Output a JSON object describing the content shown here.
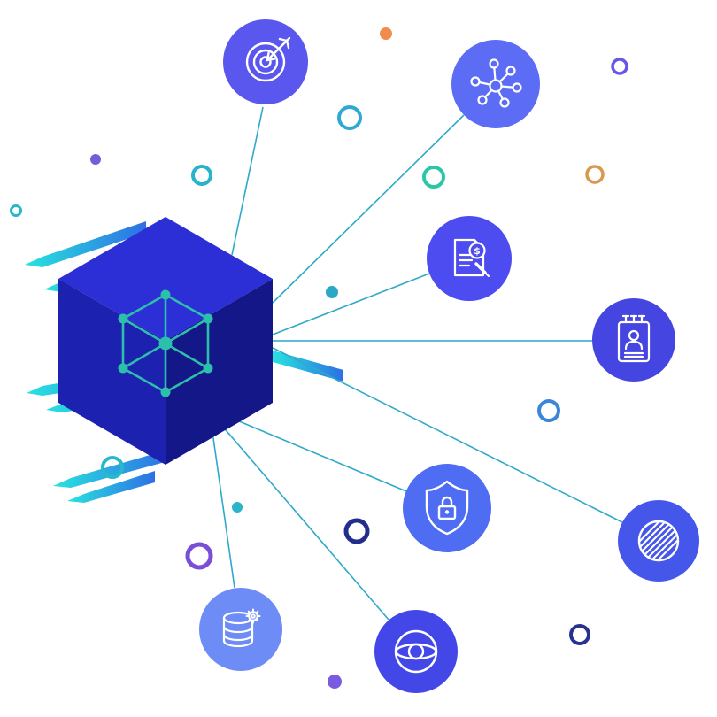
{
  "scene": {
    "background": "#ffffff"
  },
  "palette": {
    "connector_line": "#2fa9c9",
    "icon_stroke": "#ffffff",
    "arrow_gradient_start": "#27e3df",
    "arrow_gradient_end": "#2e6fe4"
  },
  "cube": {
    "top_color": "#2c2fd6",
    "left_color": "#1d21b0",
    "right_color": "#141787",
    "icon_color": "#2cbfa9",
    "icon": "blockchain-cube-icon"
  },
  "nodes": {
    "target": {
      "icon": "target-icon",
      "color": "#5a57ef"
    },
    "hub": {
      "icon": "hub-network-icon",
      "color": "#5c6cf4"
    },
    "document": {
      "icon": "contract-document-icon",
      "color": "#4d4cf0",
      "badge": "$"
    },
    "notepad": {
      "icon": "contact-notepad-icon",
      "color": "#4545e2"
    },
    "shield": {
      "icon": "shield-lock-icon",
      "color": "#4f6df2"
    },
    "sphere": {
      "icon": "striped-sphere-icon",
      "color": "#4557ea"
    },
    "database": {
      "icon": "database-gear-icon",
      "color": "#6e8cf5"
    },
    "globe": {
      "icon": "globe-lens-icon",
      "color": "#4447e8"
    }
  },
  "decorations": [
    {
      "shape": "dot",
      "color": "#f08d4e"
    },
    {
      "shape": "ring",
      "color": "#2fa9d4"
    },
    {
      "shape": "ring",
      "color": "#27b3c9"
    },
    {
      "shape": "dot",
      "color": "#6e62d3"
    },
    {
      "shape": "ring",
      "color": "#29c7a8"
    },
    {
      "shape": "ring",
      "color": "#d9984d"
    },
    {
      "shape": "ring",
      "color": "#6657e8"
    },
    {
      "shape": "ring",
      "color": "#2ab5cd"
    },
    {
      "shape": "dot",
      "color": "#2aa8c5"
    },
    {
      "shape": "ring",
      "color": "#3b86d8"
    },
    {
      "shape": "ring",
      "color": "#232e8c"
    },
    {
      "shape": "ring",
      "color": "#7a4fd8"
    },
    {
      "shape": "ring",
      "color": "#27b8cd"
    },
    {
      "shape": "dot",
      "color": "#29b4c9"
    },
    {
      "shape": "ring",
      "color": "#27318f"
    },
    {
      "shape": "dot",
      "color": "#7a5ae0"
    }
  ]
}
